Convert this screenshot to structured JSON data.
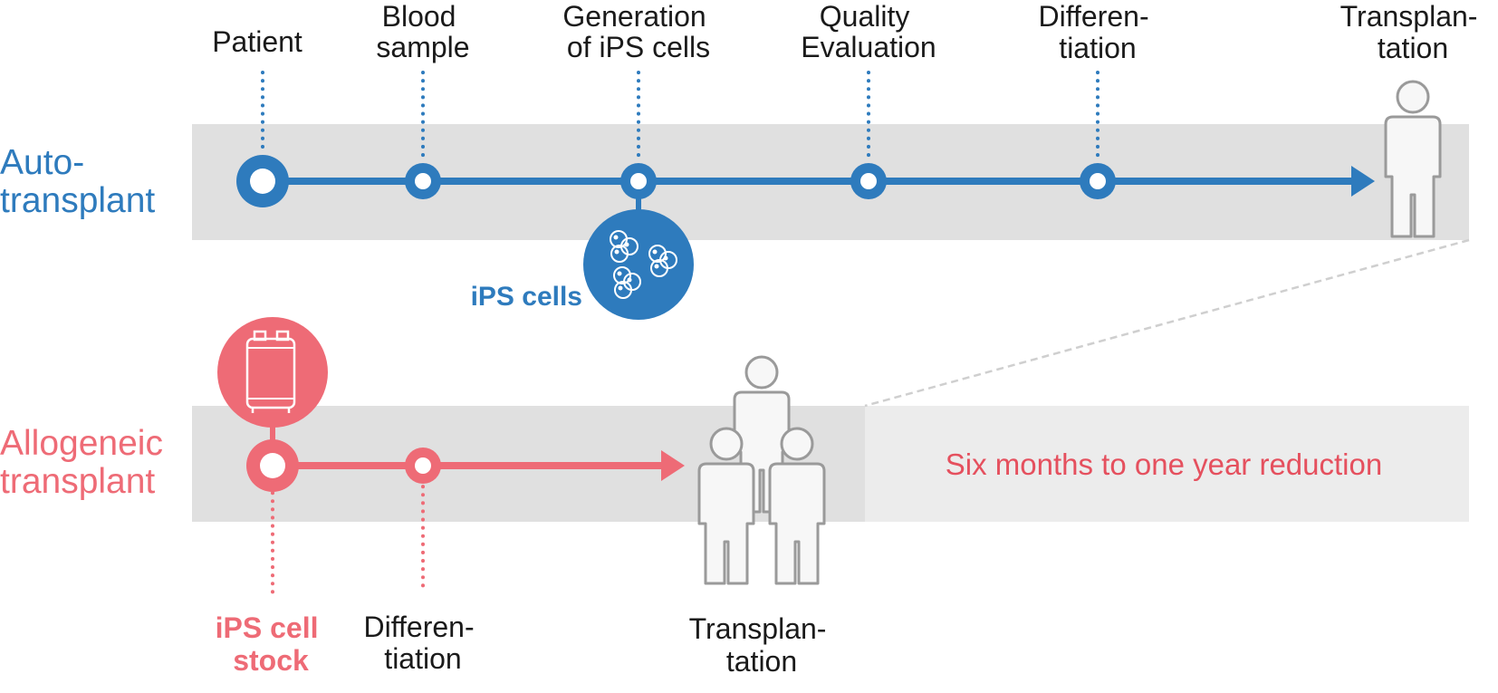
{
  "colors": {
    "blue": "#2e7bbd",
    "red": "#ee6b76",
    "band": "#e0e0e0",
    "band_light": "#ececec",
    "person_stroke": "#9a9a9a",
    "text_dark": "#1a1a1a",
    "note_red": "#e5505e"
  },
  "auto": {
    "row_label": [
      "Auto-",
      "transplant"
    ],
    "steps": [
      {
        "label": [
          "Patient"
        ]
      },
      {
        "label": [
          "Blood",
          "sample"
        ]
      },
      {
        "label": [
          "Generation",
          "of iPS cells"
        ]
      },
      {
        "label": [
          "Quality",
          "Evaluation"
        ]
      },
      {
        "label": [
          "Differen-",
          "tiation"
        ]
      },
      {
        "label": [
          "Transplan-",
          "tation"
        ]
      }
    ],
    "ips_cells_label": "iPS cells"
  },
  "allo": {
    "row_label": [
      "Allogeneic",
      "transplant"
    ],
    "steps": [
      {
        "label": [
          "iPS cell",
          "stock"
        ]
      },
      {
        "label": [
          "Differen-",
          "tiation"
        ]
      },
      {
        "label": [
          "Transplan-",
          "tation"
        ]
      }
    ],
    "reduction_note": "Six months to one year reduction"
  },
  "icons": {
    "cells": "ips-cells-icon",
    "tank": "storage-tank-icon",
    "person": "person-icon"
  }
}
